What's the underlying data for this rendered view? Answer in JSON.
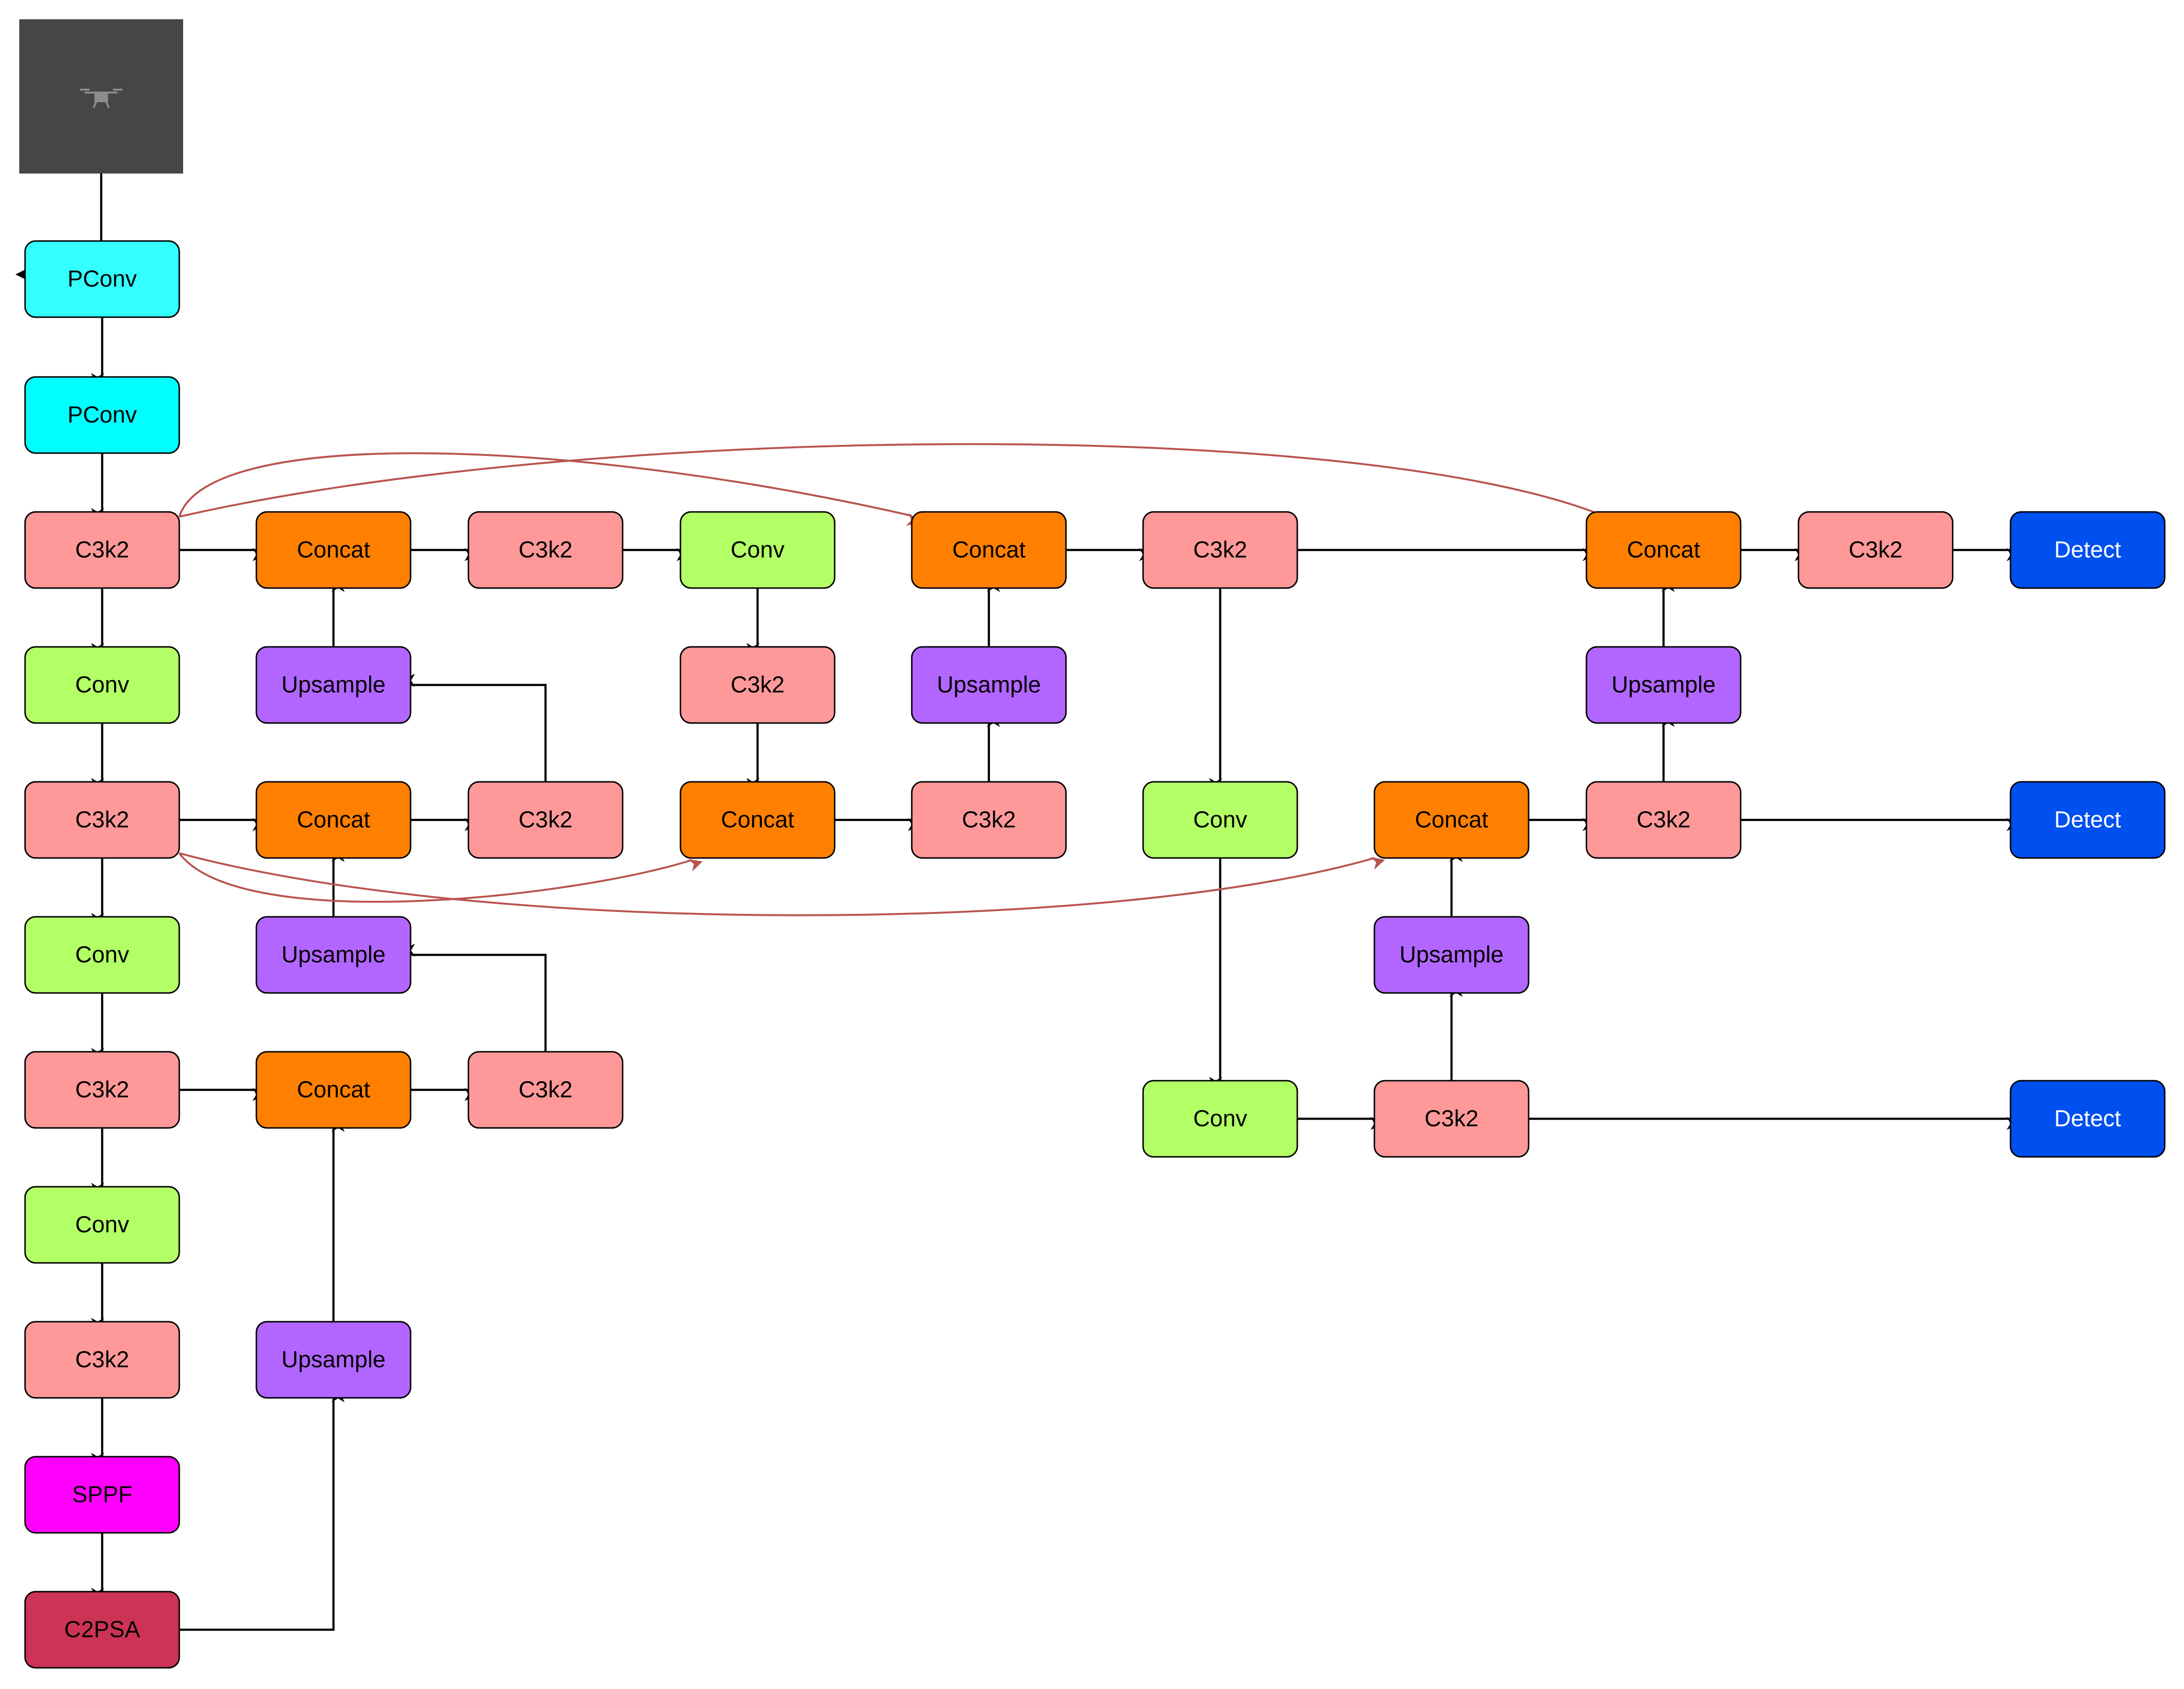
{
  "colors": {
    "pconv": "#33FFFF",
    "pconv_alt": "#00FFFF",
    "c3k2": "#FF9999",
    "conv": "#B3FF66",
    "concat": "#FF8000",
    "upsample": "#B266FF",
    "sppf": "#FF00FF",
    "c2psa": "#CC3355",
    "detect": "#0050EF",
    "detect_text": "#FFFFFF",
    "edge": "#000000",
    "skip_edge": "#B85450",
    "input_image": "#454745"
  },
  "input": {
    "icon": "drone-icon"
  },
  "nodes": [
    {
      "id": "n1",
      "label": "PConv",
      "kind": "pconv"
    },
    {
      "id": "n2",
      "label": "PConv",
      "kind": "pconv_alt"
    },
    {
      "id": "n3",
      "label": "C3k2",
      "kind": "c3k2"
    },
    {
      "id": "n4",
      "label": "Conv",
      "kind": "conv"
    },
    {
      "id": "n5",
      "label": "C3k2",
      "kind": "c3k2"
    },
    {
      "id": "n6",
      "label": "Conv",
      "kind": "conv"
    },
    {
      "id": "n7",
      "label": "C3k2",
      "kind": "c3k2"
    },
    {
      "id": "n8",
      "label": "Conv",
      "kind": "conv"
    },
    {
      "id": "n9",
      "label": "C3k2",
      "kind": "c3k2"
    },
    {
      "id": "n10",
      "label": "SPPF",
      "kind": "sppf"
    },
    {
      "id": "n11",
      "label": "C2PSA",
      "kind": "c2psa"
    },
    {
      "id": "n12",
      "label": "Concat",
      "kind": "concat"
    },
    {
      "id": "n13",
      "label": "Upsample",
      "kind": "upsample"
    },
    {
      "id": "n14",
      "label": "Concat",
      "kind": "concat"
    },
    {
      "id": "n15",
      "label": "Upsample",
      "kind": "upsample"
    },
    {
      "id": "n16",
      "label": "Concat",
      "kind": "concat"
    },
    {
      "id": "n17",
      "label": "Upsample",
      "kind": "upsample"
    },
    {
      "id": "n18",
      "label": "C3k2",
      "kind": "c3k2"
    },
    {
      "id": "n19",
      "label": "C3k2",
      "kind": "c3k2"
    },
    {
      "id": "n20",
      "label": "C3k2",
      "kind": "c3k2"
    },
    {
      "id": "n21",
      "label": "Conv",
      "kind": "conv"
    },
    {
      "id": "n22",
      "label": "C3k2",
      "kind": "c3k2"
    },
    {
      "id": "n23",
      "label": "Concat",
      "kind": "concat"
    },
    {
      "id": "n24",
      "label": "Concat",
      "kind": "concat"
    },
    {
      "id": "n25",
      "label": "Upsample",
      "kind": "upsample"
    },
    {
      "id": "n26",
      "label": "C3k2",
      "kind": "c3k2"
    },
    {
      "id": "n27",
      "label": "C3k2",
      "kind": "c3k2"
    },
    {
      "id": "n28",
      "label": "Conv",
      "kind": "conv"
    },
    {
      "id": "n29",
      "label": "Conv",
      "kind": "conv"
    },
    {
      "id": "n30",
      "label": "Concat",
      "kind": "concat"
    },
    {
      "id": "n31",
      "label": "Upsample",
      "kind": "upsample"
    },
    {
      "id": "n32",
      "label": "C3k2",
      "kind": "c3k2"
    },
    {
      "id": "n33",
      "label": "Concat",
      "kind": "concat"
    },
    {
      "id": "n34",
      "label": "Upsample",
      "kind": "upsample"
    },
    {
      "id": "n35",
      "label": "C3k2",
      "kind": "c3k2"
    },
    {
      "id": "n36",
      "label": "C3k2",
      "kind": "c3k2"
    },
    {
      "id": "n37",
      "label": "Detect",
      "kind": "detect"
    },
    {
      "id": "n38",
      "label": "Detect",
      "kind": "detect"
    },
    {
      "id": "n39",
      "label": "Detect",
      "kind": "detect"
    }
  ],
  "edges": [
    {
      "from": "input",
      "to": "n1"
    },
    {
      "from": "n1",
      "to": "n2"
    },
    {
      "from": "n2",
      "to": "n3"
    },
    {
      "from": "n3",
      "to": "n4"
    },
    {
      "from": "n4",
      "to": "n5"
    },
    {
      "from": "n5",
      "to": "n6"
    },
    {
      "from": "n6",
      "to": "n7"
    },
    {
      "from": "n7",
      "to": "n8"
    },
    {
      "from": "n8",
      "to": "n9"
    },
    {
      "from": "n9",
      "to": "n10"
    },
    {
      "from": "n10",
      "to": "n11"
    },
    {
      "from": "n11",
      "to": "n17"
    },
    {
      "from": "n17",
      "to": "n16"
    },
    {
      "from": "n7",
      "to": "n16"
    },
    {
      "from": "n16",
      "to": "n20"
    },
    {
      "from": "n20",
      "to": "n15"
    },
    {
      "from": "n15",
      "to": "n14"
    },
    {
      "from": "n5",
      "to": "n14"
    },
    {
      "from": "n14",
      "to": "n19"
    },
    {
      "from": "n19",
      "to": "n13"
    },
    {
      "from": "n13",
      "to": "n12"
    },
    {
      "from": "n3",
      "to": "n12"
    },
    {
      "from": "n12",
      "to": "n18"
    },
    {
      "from": "n18",
      "to": "n21"
    },
    {
      "from": "n21",
      "to": "n22"
    },
    {
      "from": "n22",
      "to": "n23"
    },
    {
      "from": "n23",
      "to": "n26"
    },
    {
      "from": "n26",
      "to": "n25"
    },
    {
      "from": "n25",
      "to": "n24"
    },
    {
      "from": "n24",
      "to": "n27"
    },
    {
      "from": "n27",
      "to": "n33"
    },
    {
      "from": "n27",
      "to": "n28"
    },
    {
      "from": "n28",
      "to": "n29"
    },
    {
      "from": "n29",
      "to": "n32"
    },
    {
      "from": "n32",
      "to": "n31"
    },
    {
      "from": "n31",
      "to": "n30"
    },
    {
      "from": "n30",
      "to": "n35"
    },
    {
      "from": "n35",
      "to": "n34"
    },
    {
      "from": "n34",
      "to": "n33"
    },
    {
      "from": "n33",
      "to": "n36"
    },
    {
      "from": "n36",
      "to": "n37"
    },
    {
      "from": "n35",
      "to": "n38"
    },
    {
      "from": "n32",
      "to": "n39"
    },
    {
      "from": "n3",
      "to": "n24",
      "skip": true
    },
    {
      "from": "n3",
      "to": "n33",
      "skip": true
    },
    {
      "from": "n5",
      "to": "n23",
      "skip": true
    },
    {
      "from": "n5",
      "to": "n30",
      "skip": true
    }
  ]
}
